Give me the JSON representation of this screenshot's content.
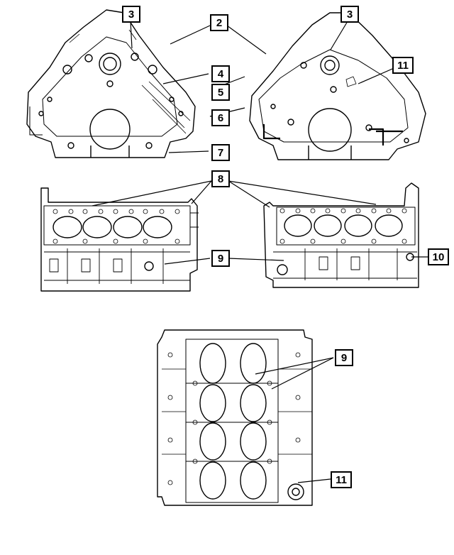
{
  "diagram": {
    "callouts": {
      "c2": "2",
      "c3_left": "3",
      "c3_right": "3",
      "c4": "4",
      "c5": "5",
      "c6": "6",
      "c7": "7",
      "c8": "8",
      "c9_side": "9",
      "c10": "10",
      "c11_top": "11",
      "c9_bottom": "9",
      "c11_bottom": "11"
    }
  }
}
